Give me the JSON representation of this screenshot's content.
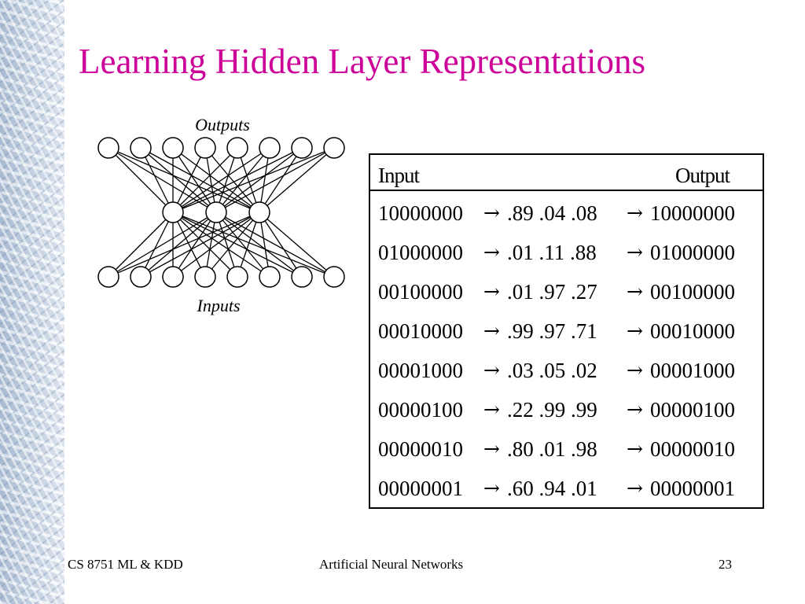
{
  "slide": {
    "title": "Learning Hidden Layer Representations"
  },
  "diagram": {
    "outputs_label": "Outputs",
    "inputs_label": "Inputs",
    "output_units": 8,
    "hidden_units": 3,
    "input_units": 8
  },
  "table": {
    "header_input": "Input",
    "header_output": "Output",
    "rows": [
      {
        "input": "10000000",
        "hidden": ".89 .04 .08",
        "output": "10000000"
      },
      {
        "input": "01000000",
        "hidden": ".01 .11 .88",
        "output": "01000000"
      },
      {
        "input": "00100000",
        "hidden": ".01 .97 .27",
        "output": "00100000"
      },
      {
        "input": "00010000",
        "hidden": ".99 .97 .71",
        "output": "00010000"
      },
      {
        "input": "00001000",
        "hidden": ".03 .05 .02",
        "output": "00001000"
      },
      {
        "input": "00000100",
        "hidden": ".22 .99 .99",
        "output": "00000100"
      },
      {
        "input": "00000010",
        "hidden": ".80 .01 .98",
        "output": "00000010"
      },
      {
        "input": "00000001",
        "hidden": ".60 .94 .01",
        "output": "00000001"
      }
    ]
  },
  "footer": {
    "course": "CS 8751 ML & KDD",
    "topic": "Artificial Neural Networks",
    "page_number": "23"
  },
  "colors": {
    "title": "#cc0099",
    "text": "#000000",
    "background": "#ffffff"
  },
  "icons": {
    "arrow": "right-arrow-icon"
  }
}
